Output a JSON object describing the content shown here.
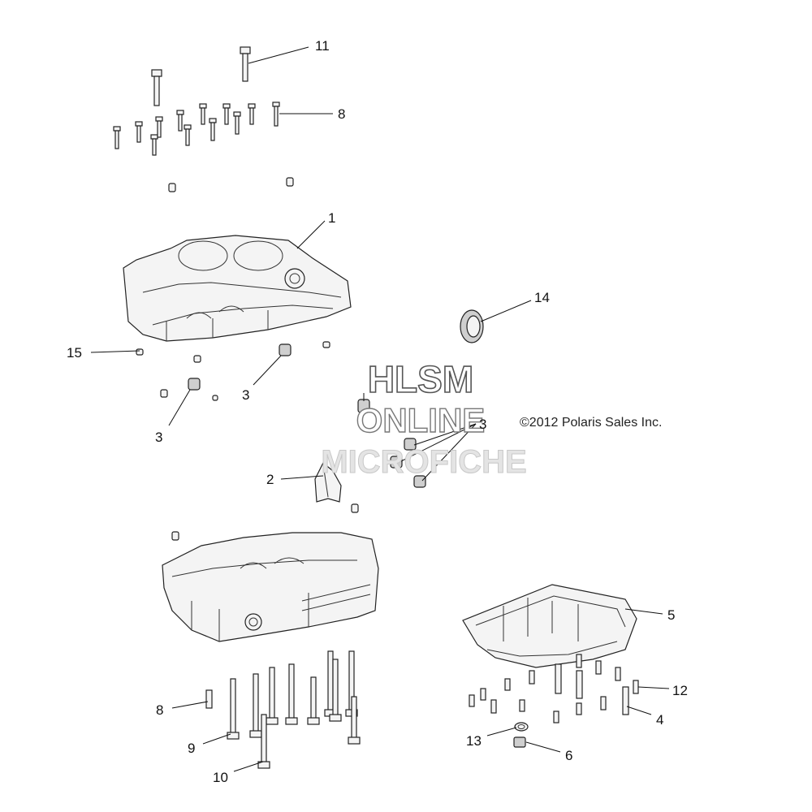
{
  "callouts": [
    {
      "id": "c1",
      "label": "1"
    },
    {
      "id": "c2",
      "label": "2"
    },
    {
      "id": "c3a",
      "label": "3"
    },
    {
      "id": "c3b",
      "label": "3"
    },
    {
      "id": "c3c",
      "label": "3"
    },
    {
      "id": "c4",
      "label": "4"
    },
    {
      "id": "c5",
      "label": "5"
    },
    {
      "id": "c6",
      "label": "6"
    },
    {
      "id": "c8a",
      "label": "8"
    },
    {
      "id": "c8b",
      "label": "8"
    },
    {
      "id": "c9",
      "label": "9"
    },
    {
      "id": "c10",
      "label": "10"
    },
    {
      "id": "c11",
      "label": "11"
    },
    {
      "id": "c12",
      "label": "12"
    },
    {
      "id": "c13",
      "label": "13"
    },
    {
      "id": "c14",
      "label": "14"
    },
    {
      "id": "c15",
      "label": "15"
    }
  ],
  "copyright": "©2012 Polaris Sales Inc.",
  "watermark": {
    "line1": "HLSM",
    "line2": "ONLINE",
    "line3": "MICROFICHE"
  },
  "colors": {
    "ink": "#111111",
    "part_fill": "#f4f4f4",
    "watermark": "#bdbdbd"
  }
}
